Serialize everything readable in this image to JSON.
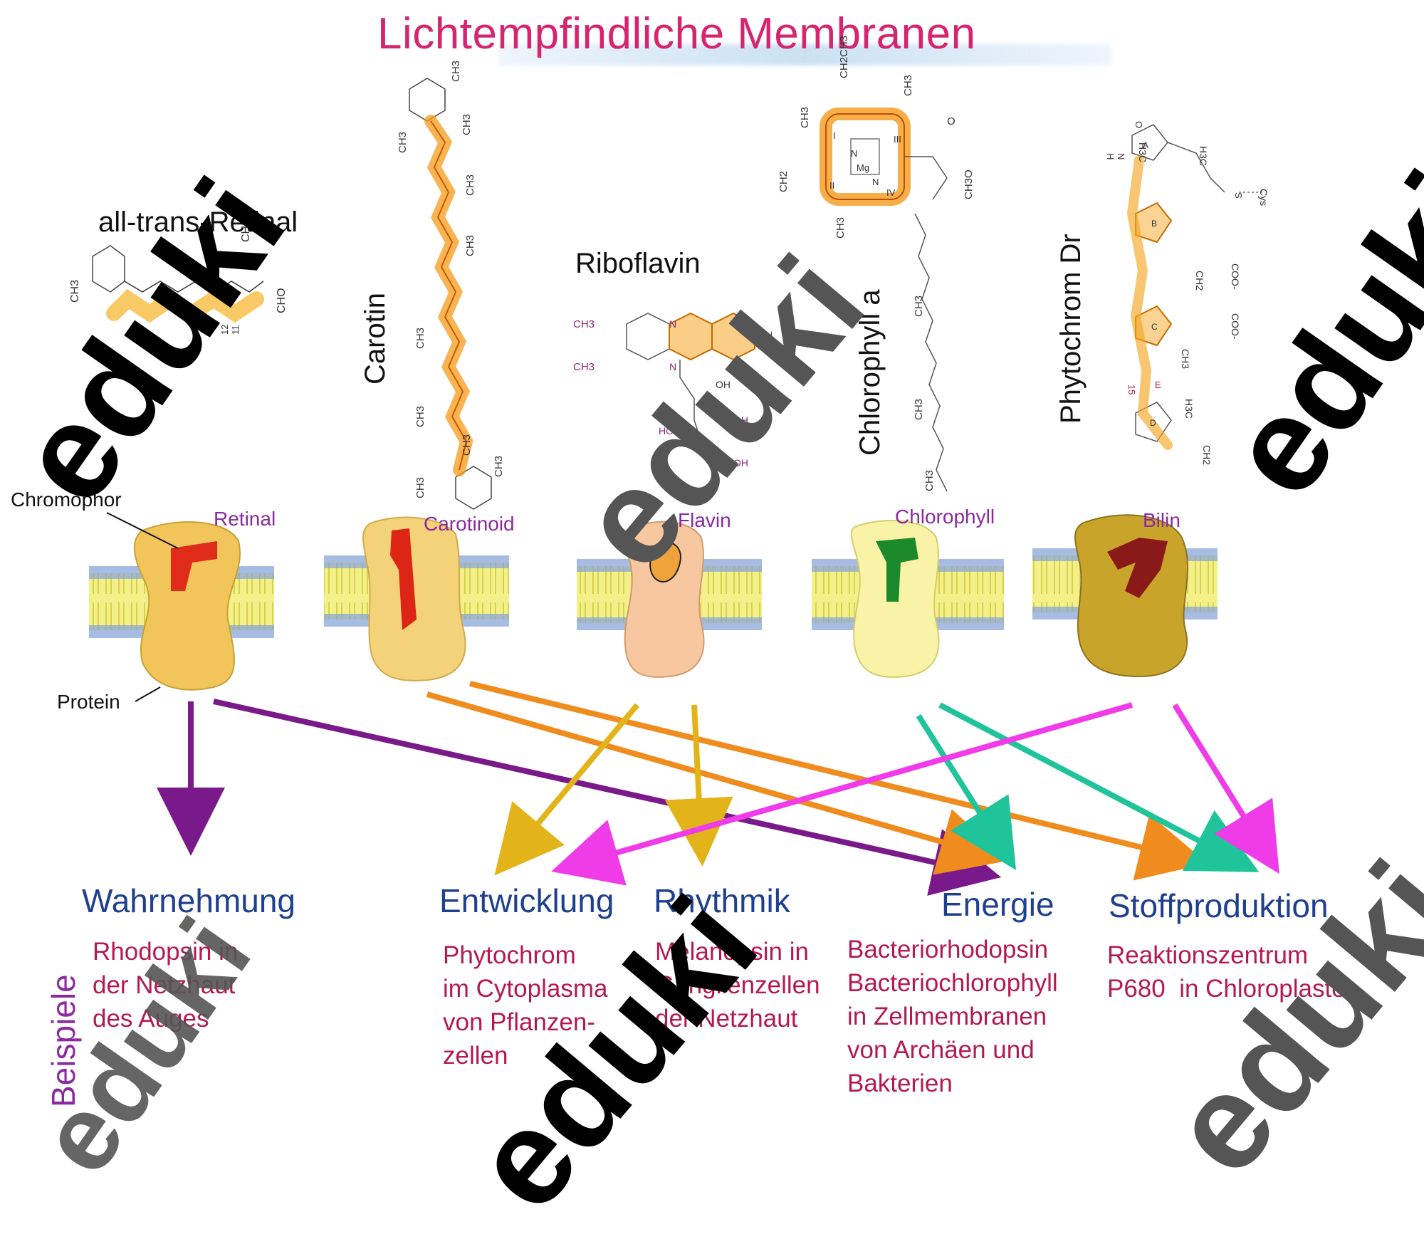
{
  "title": "Lichtempfindliche Membranen",
  "molecules": [
    {
      "label": "all-trans-Retinal"
    },
    {
      "label": "Carotin"
    },
    {
      "label": "Riboflavin"
    },
    {
      "label": "Chlorophyll a"
    },
    {
      "label": "Phytochrom Dr"
    }
  ],
  "chromophores": [
    "Retinal",
    "Carotinoid",
    "Flavin",
    "Chlorophyll",
    "Bilin"
  ],
  "annotations": {
    "chromophor": "Chromophor",
    "protein": "Protein"
  },
  "categories": [
    "Wahrnehmung",
    "Entwicklung",
    "Rhythmik",
    "Energie",
    "Stoffproduktion"
  ],
  "side_label": "Beispiele",
  "examples": [
    "Rhodopsin in\nder Netzhaut\ndes Auges",
    "Phytochrom\nim Cytoplasma\nvon Pflanzen-\nzellen",
    "Melanopsin in\nGanglienzellen\nder Netzhaut",
    "Bacteriorhodopsin\nBacteriochlorophyll\nin Zellmembranen\nvon Archäen und\nBakterien",
    "Reaktionszentrum\nP680  in Chloroplasten"
  ],
  "chem": {
    "retinal": [
      "CH3",
      "CH3",
      "CHO",
      "12",
      "11"
    ],
    "carotin": [
      "CH3",
      "CH3",
      "CH3",
      "CH3",
      "CH3",
      "CH3",
      "CH3",
      "CH3",
      "CH3",
      "CH3"
    ],
    "riboflavin": [
      "CH3",
      "CH3",
      "N",
      "N",
      "NH",
      "OH",
      "HO",
      "OH",
      "OH"
    ],
    "chlorophyll": [
      "CH2CH3",
      "CH3",
      "CH3",
      "CH2",
      "CH3",
      "N",
      "Mg",
      "N",
      "III",
      "IV",
      "II",
      "I",
      "CH3O",
      "O",
      "CH3",
      "CH3",
      "CH3"
    ],
    "phytochrom": [
      "H3C",
      "A",
      "N",
      "H",
      "O",
      "H3C",
      "S",
      "Cys",
      "B",
      "C",
      "D",
      "COO-",
      "COO-",
      "CH3",
      "CH2",
      "15",
      "E",
      "H3C",
      "CH2"
    ]
  },
  "colors": {
    "title": "#d6246e",
    "category": "#1f3f8f",
    "example": "#b51952",
    "retinal_arrow": "#7a1a8a",
    "carotenoid_arrow": "#f08c1e",
    "flavin_arrow": "#e3b41a",
    "chlorophyll_arrow": "#1fc49a",
    "bilin_arrow": "#f03ce8"
  },
  "watermark": "eduki"
}
